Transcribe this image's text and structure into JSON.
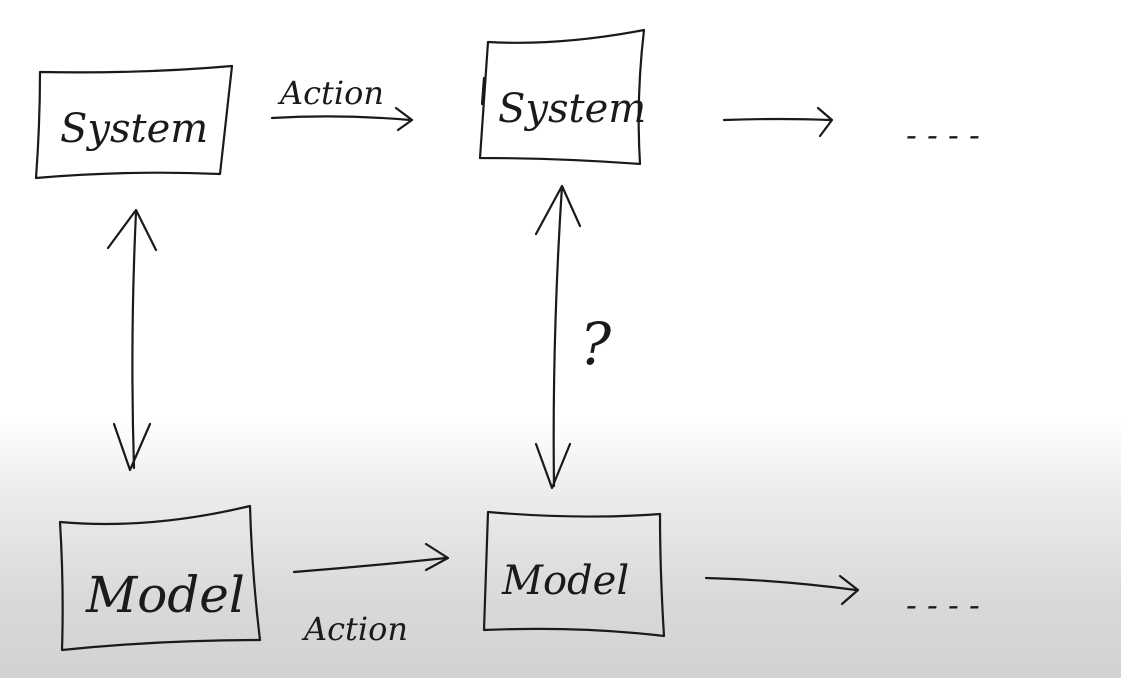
{
  "nodes": {
    "system_1": "System",
    "system_2": "System",
    "model_1": "Model",
    "model_2": "Model"
  },
  "edges": {
    "system_action": "Action",
    "model_action": "Action",
    "unknown_link": "?"
  },
  "continuation": {
    "top": "- - - -",
    "bottom": "- - - -"
  },
  "colors": {
    "ink": "#1a1a1a",
    "background_top": "#ffffff",
    "background_bottom": "#d2d2d2"
  }
}
